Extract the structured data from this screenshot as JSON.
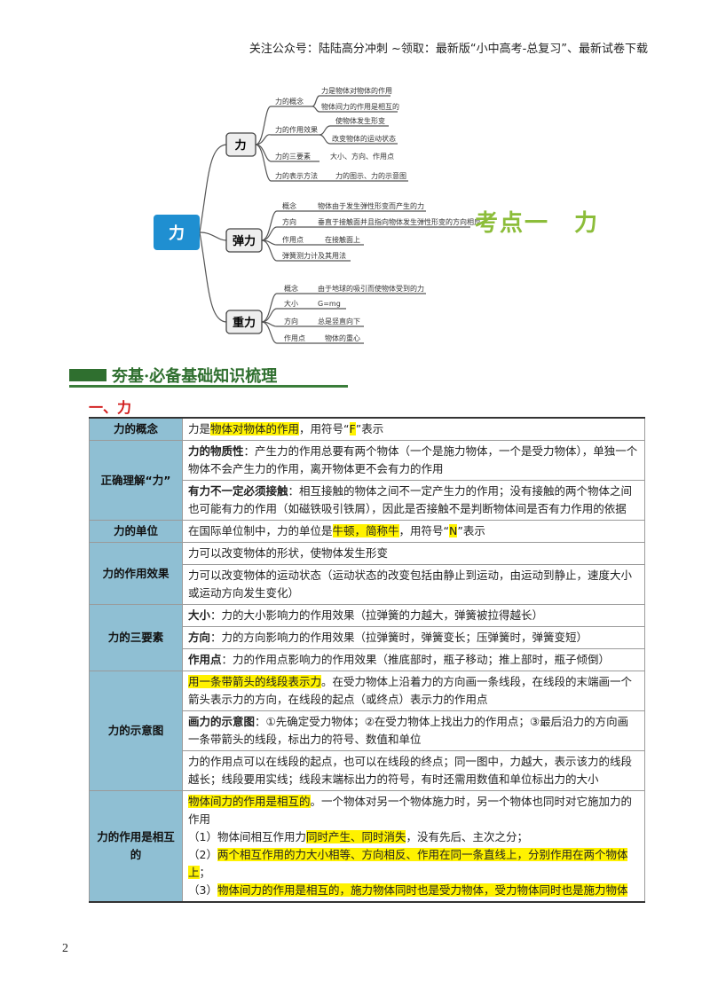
{
  "header": {
    "text": "关注公众号：陆陆高分冲刺  ~领取：最新版“小中高考-总复习”、最新试卷下载"
  },
  "mindmap": {
    "root": "力",
    "branches": {
      "force": {
        "label": "力",
        "items": [
          "力的概念",
          "力的作用效果",
          "力的三要素",
          "力的表示方法"
        ],
        "concept_sub": [
          "力是物体对物体的作用",
          "物体间力的作用是相互的"
        ],
        "effect_sub": [
          "使物体发生形变",
          "改变物体的运动状态"
        ],
        "elements_sub": "大小、方向、作用点",
        "repr_sub": "力的图示、力的示意图"
      },
      "elastic": {
        "label": "弹力",
        "items": [
          "概念",
          "方向",
          "作用点",
          "弹簧测力计及其用法"
        ],
        "subs": [
          "物体由于发生弹性形变而产生的力",
          "垂直于接触面并且指向物体发生弹性形变的方向相反",
          "在接触面上"
        ]
      },
      "gravity": {
        "label": "重力",
        "items": [
          "概念",
          "大小",
          "方向",
          "作用点"
        ],
        "subs": [
          "由于地球的吸引而使物体受到的力",
          "G=mg",
          "总是竖直向下",
          "物体的重心"
        ]
      }
    }
  },
  "topic_title": "考点一　力",
  "section_title": "夯基·必备基础知识梳理",
  "subsection_title": "一、力",
  "rows": {
    "r1_label": "力的概念",
    "r1_a": "力是",
    "r1_hl": "物体对物体的作用",
    "r1_b": "，用符号“",
    "r1_sym": "F",
    "r1_c": "”表示",
    "r2_label": "正确理解“力”",
    "r2a_bold": "力的物质性",
    "r2a_text": "：产生力的作用总要有两个物体（一个是施力物体，一个是受力物体），单独一个物体不会产生力的作用，离开物体更不会有力的作用",
    "r2b_bold": "有力不一定必须接触",
    "r2b_text": "：相互接触的物体之间不一定产生力的作用；没有接触的两个物体之间也可能有力的作用（如磁铁吸引铁屑），因此是否接触不是判断物体间是否有力作用的依据",
    "r3_label": "力的单位",
    "r3_a": "在国际单位制中，力的单位是",
    "r3_hl": "牛顿，简称牛",
    "r3_b": "，用符号“",
    "r3_sym": "N",
    "r3_c": "”表示",
    "r4_label": "力的作用效果",
    "r4a": "力可以改变物体的形状，使物体发生形变",
    "r4b": "力可以改变物体的运动状态（运动状态的改变包括由静止到运动，由运动到静止，速度大小或运动方向发生变化）",
    "r5_label": "力的三要素",
    "r5a_bold": "大小",
    "r5a_text": "：力的大小影响力的作用效果（拉弹簧的力越大，弹簧被拉得越长）",
    "r5b_bold": "方向",
    "r5b_text": "：力的方向影响力的作用效果（拉弹簧时，弹簧变长；压弹簧时，弹簧变短）",
    "r5c_bold": "作用点",
    "r5c_text": "：力的作用点影响力的作用效果（推底部时，瓶子移动；推上部时，瓶子倾倒）",
    "r6_label": "力的示意图",
    "r6a_hl": "用一条带箭头的线段表示力",
    "r6a_text": "。在受力物体上沿着力的方向画一条线段，在线段的末端画一个箭头表示力的方向，在线段的起点（或终点）表示力的作用点",
    "r6b_bold": "画力的示意图",
    "r6b_text": "：①先确定受力物体；②在受力物体上找出力的作用点；③最后沿力的方向画一条带箭头的线段，标出力的符号、数值和单位",
    "r6c": "力的作用点可以在线段的起点，也可以在线段的终点；同一图中，力越大，表示该力的线段越长；线段要用实线；线段末端标出力的符号，有时还需用数值和单位标出力的大小",
    "r7_label": "力的作用是相互的",
    "r7a_hl": "物体间力的作用是相互的",
    "r7a_text": "。一个物体对另一个物体施力时，另一个物体也同时对它施加力的作用",
    "r7b_pre": "（1）物体间相互作用力",
    "r7b_hl": "同时产生、同时消失",
    "r7b_post": "，没有先后、主次之分；",
    "r7c_pre": "（2）",
    "r7c_hl": "两个相互作用的力大小相等、方向相反、作用在同一条直线上，分别作用在两个物体上",
    "r7c_post": "；",
    "r7d_pre": "（3）",
    "r7d_hl": "物体间力的作用是相互的，施力物体同时也是受力物体，受力物体同时也是施力物体"
  },
  "page_number": "2"
}
